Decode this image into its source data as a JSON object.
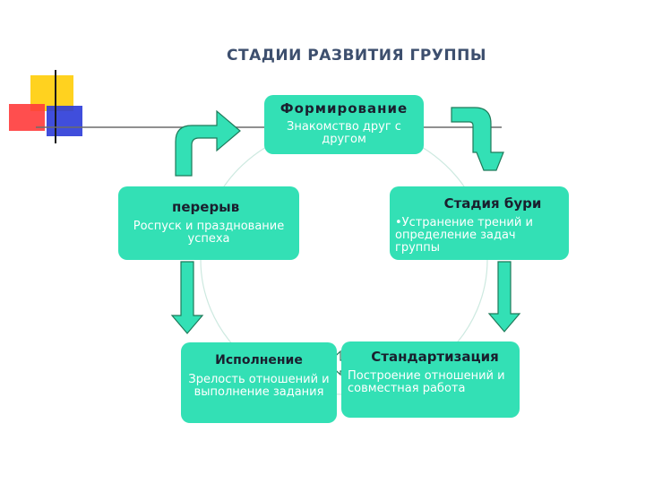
{
  "title": "СТАДИИ РАЗВИТИЯ ГРУППЫ",
  "colors": {
    "box_fill": "#33e0b5",
    "arrow_fill": "#33e0b5",
    "arrow_stroke": "#1f7a5a",
    "title": "#3d4f6e",
    "deco_yellow": "#ffd21f",
    "deco_red": "#ff3b3b",
    "deco_blue": "#2b3bd8"
  },
  "stages": {
    "forming": {
      "head": "Формирование",
      "desc": "Знакомство друг с другом"
    },
    "storming": {
      "head": "Стадия бури",
      "desc": "•Устранение трений и определение задач группы"
    },
    "norming": {
      "head": "Стандартизация",
      "desc": "Построение отношений и совместная работа"
    },
    "performing": {
      "head": "Исполнение",
      "desc": "Зрелость отношений и выполнение задания"
    },
    "adjourning": {
      "head": "перерыв",
      "desc": "Роспуск и празднование успеха"
    }
  }
}
